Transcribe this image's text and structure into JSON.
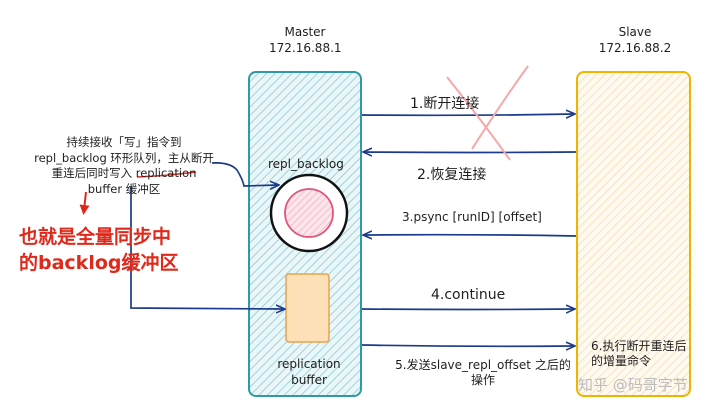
{
  "master": {
    "name": "Master",
    "ip": "172.16.88.1"
  },
  "slave": {
    "name": "Slave",
    "ip": "172.16.88.2"
  },
  "buffers": {
    "backlog": "repl_backlog",
    "replication": "replication\nbuffer"
  },
  "arrows": [
    {
      "label": "1.断开连接",
      "direction": "to-slave",
      "struck": true
    },
    {
      "label": "2.恢复连接",
      "direction": "to-master"
    },
    {
      "label": "3.psync [runID] [offset]",
      "direction": "to-master"
    },
    {
      "label": "4.continue",
      "direction": "to-slave"
    },
    {
      "label": "5.发送slave_repl_offset 之后的\n操作",
      "direction": "to-slave"
    }
  ],
  "slave_note": "6.执行断开重连后\n的增量命令",
  "left_note": {
    "lines": [
      "持续接收「写」指令到",
      "repl_backlog 环形队列，主从断开",
      "重连后同时写入 replication",
      "buffer 缓冲区"
    ]
  },
  "red_note": [
    "也就是全量同步中",
    "的backlog缓冲区"
  ],
  "watermark": "知乎 @码哥字节",
  "colors": {
    "master_fill": "#d6ebee",
    "master_stroke": "#2f9aa6",
    "slave_fill": "#fdf0da",
    "slave_stroke": "#f0b400",
    "arrow": "#1b3a8c",
    "red": "#e0281b",
    "cross": "#f4a8a8",
    "replication_fill": "#fde0b8",
    "replication_stroke": "#e8a44b"
  }
}
